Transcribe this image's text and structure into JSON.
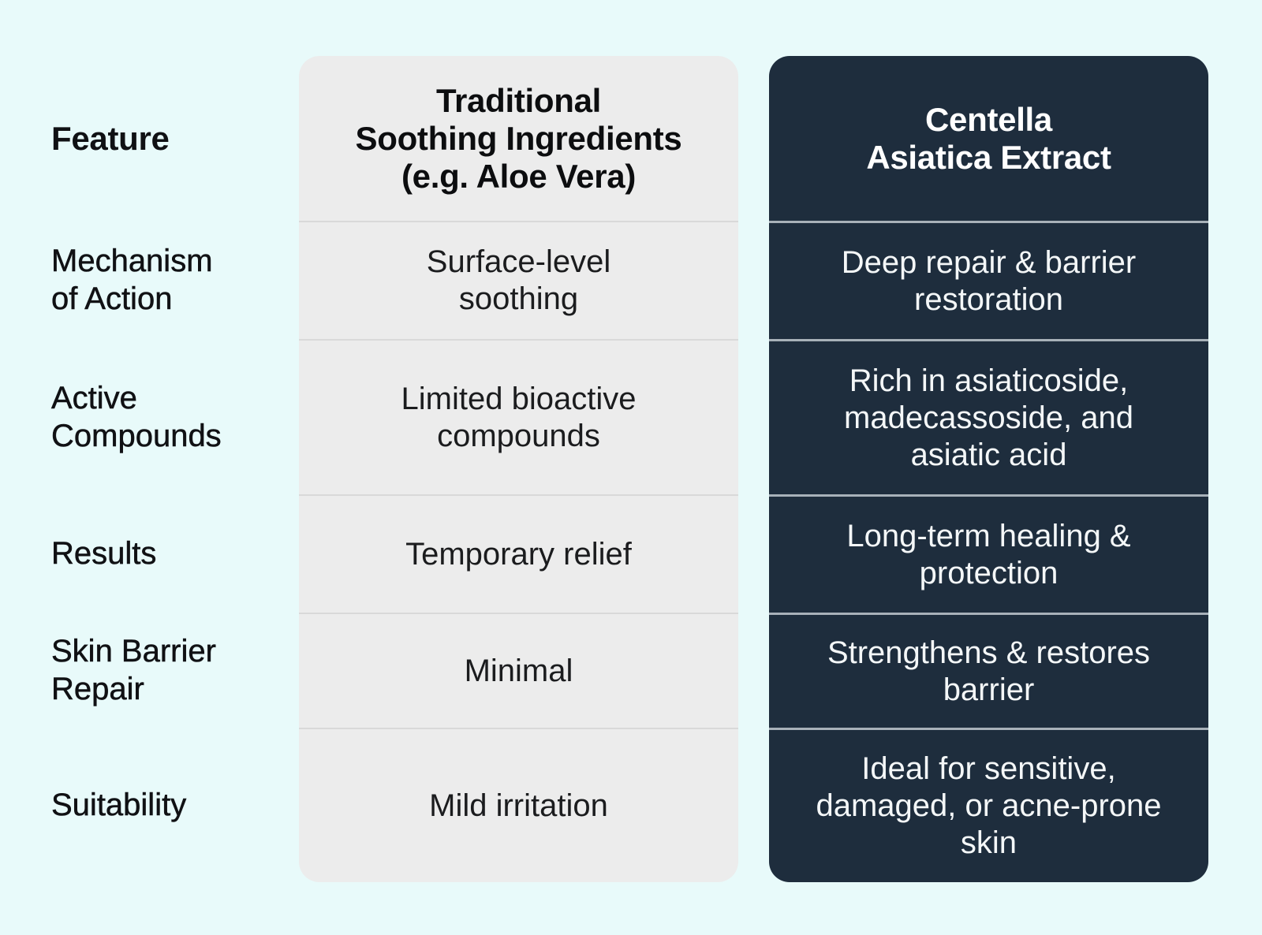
{
  "feature_column": {
    "header": "Feature",
    "labels": [
      "Mechanism\nof Action",
      "Active\nCompounds",
      "Results",
      "Skin Barrier\nRepair",
      "Suitability"
    ]
  },
  "traditional_column": {
    "header": "Traditional\nSoothing Ingredients\n(e.g. Aloe Vera)",
    "cells": [
      "Surface-level\nsoothing",
      "Limited bioactive\ncompounds",
      "Temporary relief",
      "Minimal",
      "Mild irritation"
    ]
  },
  "centella_column": {
    "header": "Centella\nAsiatica Extract",
    "cells": [
      "Deep repair & barrier\nrestoration",
      "Rich in asiaticoside,\nmadecassoside, and\nasiatic acid",
      "Long-term healing &\nprotection",
      "Strengthens & restores\nbarrier",
      "Ideal for sensitive,\ndamaged, or acne-prone\nskin"
    ]
  },
  "colors": {
    "page_background": "#e8fafa",
    "traditional_bg": "#ececec",
    "traditional_divider": "#d9d9d9",
    "centella_bg": "#1e2d3d",
    "centella_divider": "#a8b1b9",
    "text_dark": "#101114",
    "text_light": "#ffffff"
  }
}
